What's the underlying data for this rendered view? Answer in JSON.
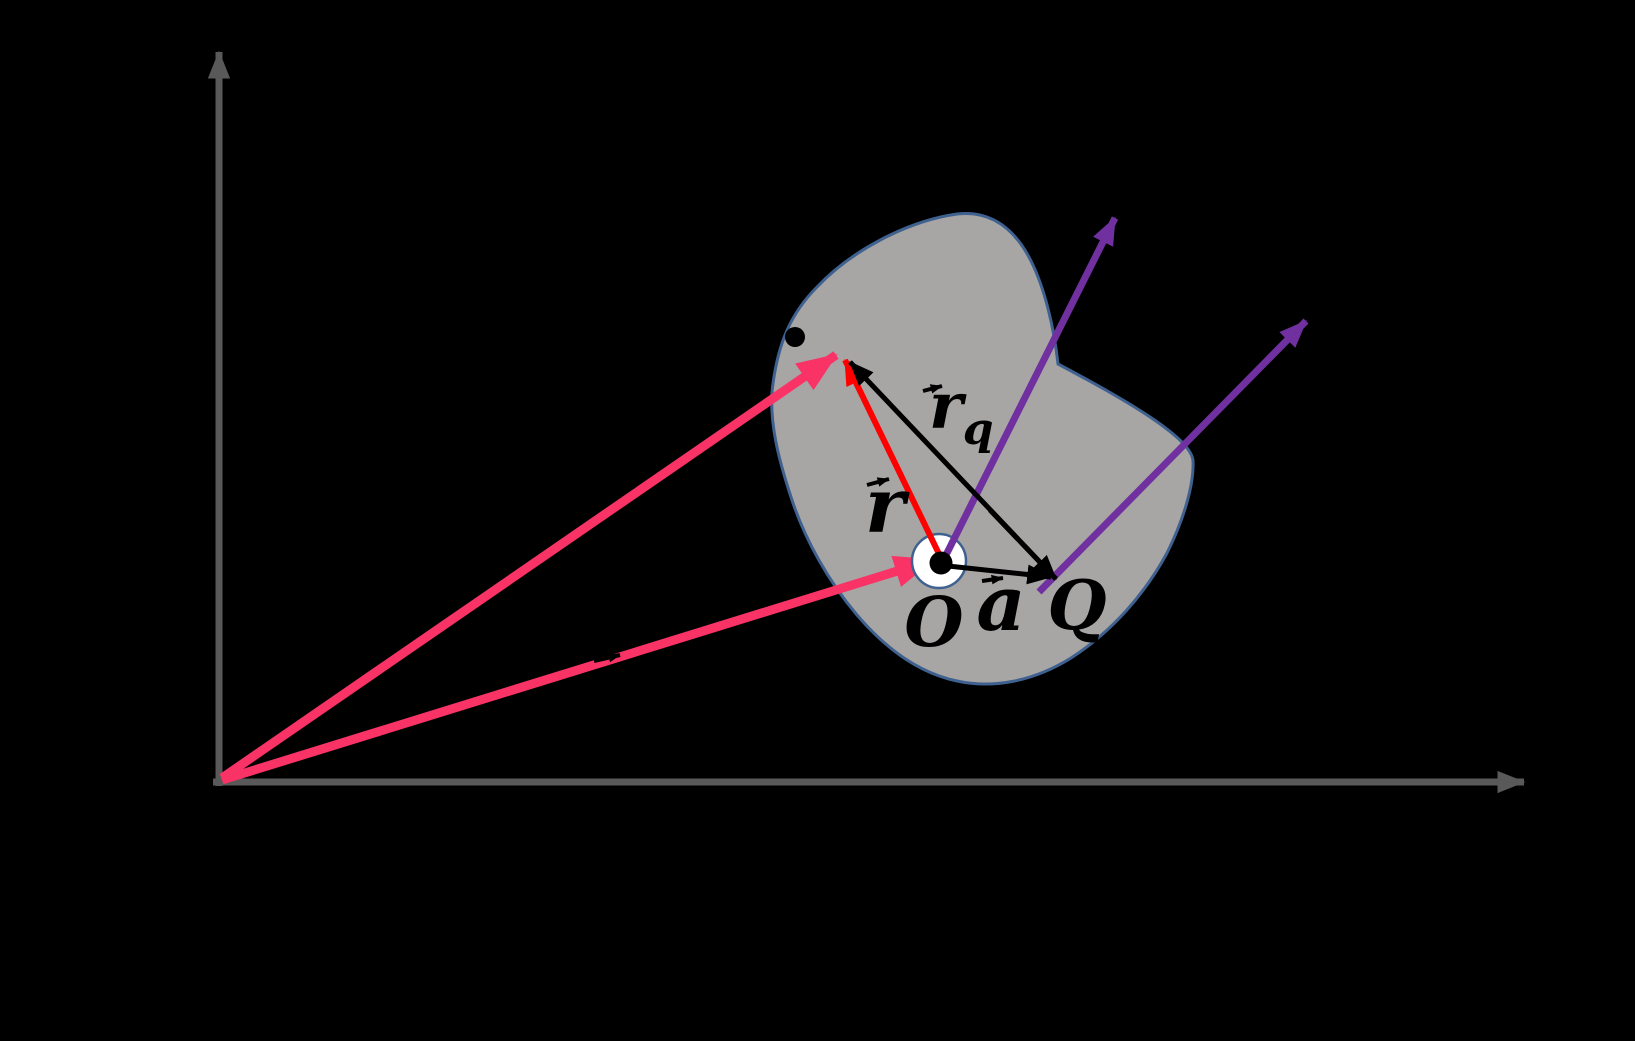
{
  "figure": {
    "type": "physics-vector-diagram",
    "background": "#000000",
    "colors": {
      "axis": "#595959",
      "position_arrows": "#F93366",
      "r_vector": "#FF0000",
      "field_arrows": "#7030A0",
      "black_vectors": "#000000",
      "body_fill": "#A8A5A5",
      "body_outline": "#3F618F",
      "origin_ring_fill": "#FFFFFF",
      "origin_ring_stroke": "#3F618F"
    },
    "labels": {
      "origin": "O",
      "charge_point": "Q",
      "r_vector": "r",
      "rq_vector_main": "r",
      "rq_vector_sub": "q",
      "a_vector": "a"
    }
  }
}
